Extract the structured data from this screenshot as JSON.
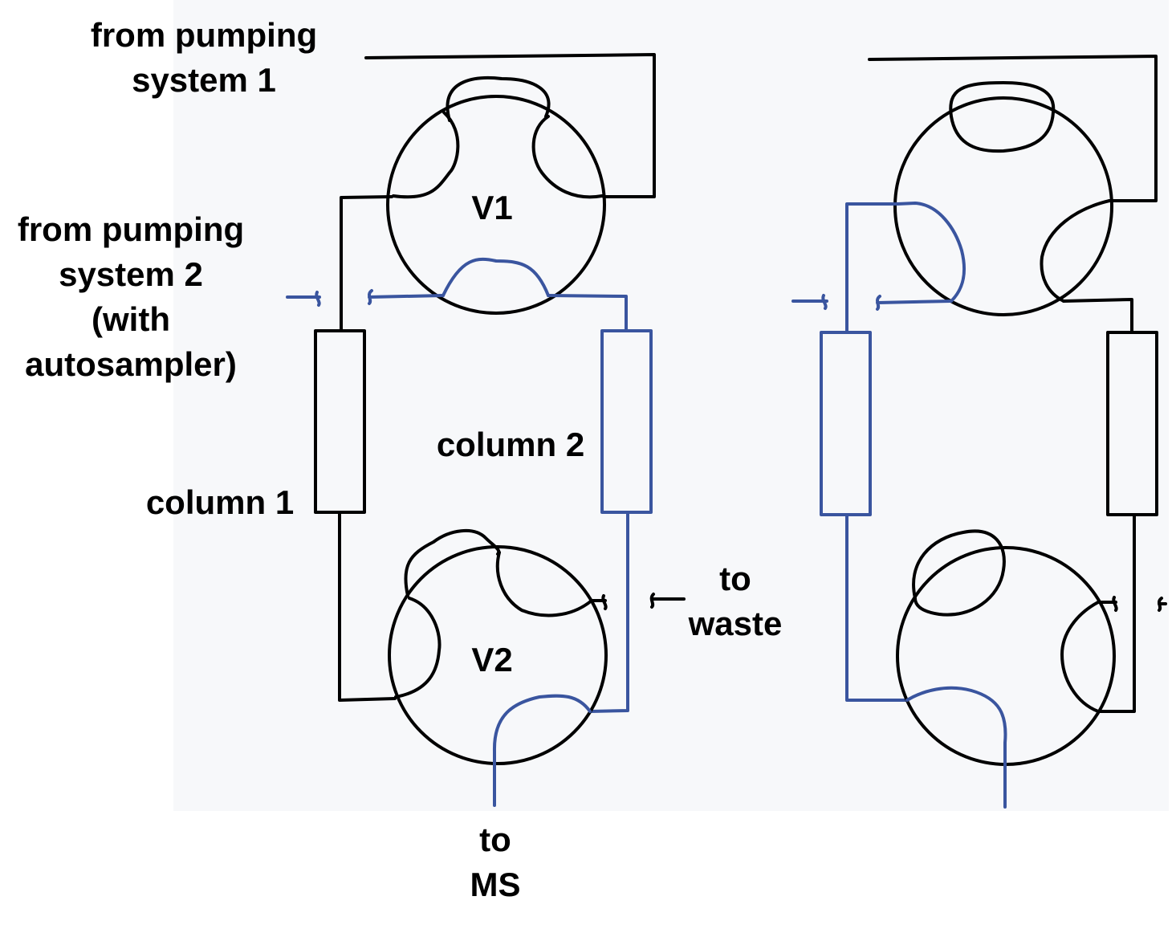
{
  "colors": {
    "background_panel": "#f7f8fa",
    "flow_black": "#000000",
    "flow_blue": "#3a559f",
    "text": "#000000"
  },
  "labels": {
    "pump1": [
      "from pumping",
      "system 1"
    ],
    "pump2": [
      "from pumping",
      "system 2",
      "(with",
      "autosampler)"
    ],
    "column1": "column 1",
    "column2": "column 2",
    "waste": [
      "to",
      "waste"
    ],
    "ms": [
      "to",
      "MS"
    ],
    "valve1": "V1",
    "valve2": "V2"
  }
}
